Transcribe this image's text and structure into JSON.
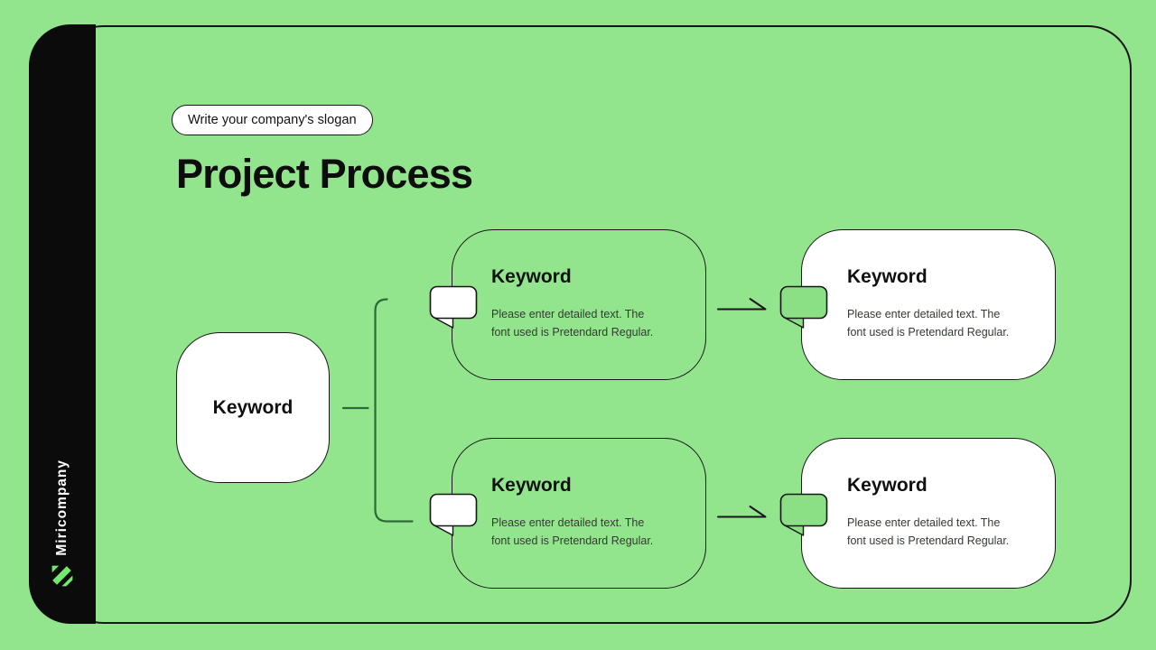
{
  "slide": {
    "background_color": "#92E58C",
    "border_color": "#161616"
  },
  "sidebar": {
    "company_name": "Miricompany",
    "logo_icon": "miri-stripes-logo",
    "background_color": "#0B0B0B",
    "logo_color": "#72E86F",
    "text_color": "#FFFFFF"
  },
  "header": {
    "slogan_badge": "Write your company's slogan",
    "title": "Project Process"
  },
  "diagram": {
    "connector_color": "#2C6B35",
    "arrow_color": "#161616",
    "tab_green": "#8BE085",
    "root_node": {
      "label": "Keyword"
    },
    "rows": [
      {
        "step": {
          "title": "Keyword",
          "body_lines": [
            "Please enter detailed text. The",
            "font used is Pretendard Regular."
          ]
        },
        "result": {
          "title": "Keyword",
          "body_lines": [
            "Please enter detailed text. The",
            "font used is Pretendard Regular."
          ]
        }
      },
      {
        "step": {
          "title": "Keyword",
          "body_lines": [
            "Please enter detailed text. The",
            "font used is Pretendard Regular."
          ]
        },
        "result": {
          "title": "Keyword",
          "body_lines": [
            "Please enter detailed text. The",
            "font used is Pretendard Regular."
          ]
        }
      }
    ]
  }
}
